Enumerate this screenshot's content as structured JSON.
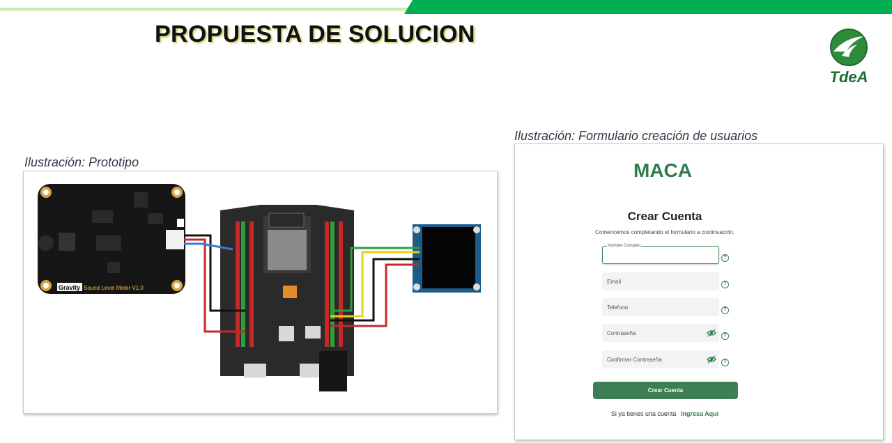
{
  "slide": {
    "title": "PROPUESTA DE SOLUCION",
    "logo_text": "TdeA"
  },
  "captions": {
    "prototype": "Ilustración: Prototipo",
    "form": "Ilustración: Formulario creación de usuarios"
  },
  "prototype": {
    "sensor_brand": "Gravity",
    "sensor_name": "Sound Level Meter V1.0"
  },
  "form": {
    "brand": "MACA",
    "title": "Crear Cuenta",
    "subtitle": "Comencemos completando el formulario a continuación.",
    "fields": [
      {
        "label": "Nombre Competo"
      },
      {
        "label": "Email"
      },
      {
        "label": "Telefono"
      },
      {
        "label": "Contraseña"
      },
      {
        "label": "Confirmar Contraseña"
      }
    ],
    "help_glyph": "?",
    "submit_label": "Crear Cuenta",
    "login_prompt": "Si ya tienes una cuenta",
    "login_link": "Ingresa Aquí"
  },
  "colors": {
    "accent_green": "#00b050",
    "brand_green": "#2e7d4a",
    "button_green": "#3f7f56"
  }
}
